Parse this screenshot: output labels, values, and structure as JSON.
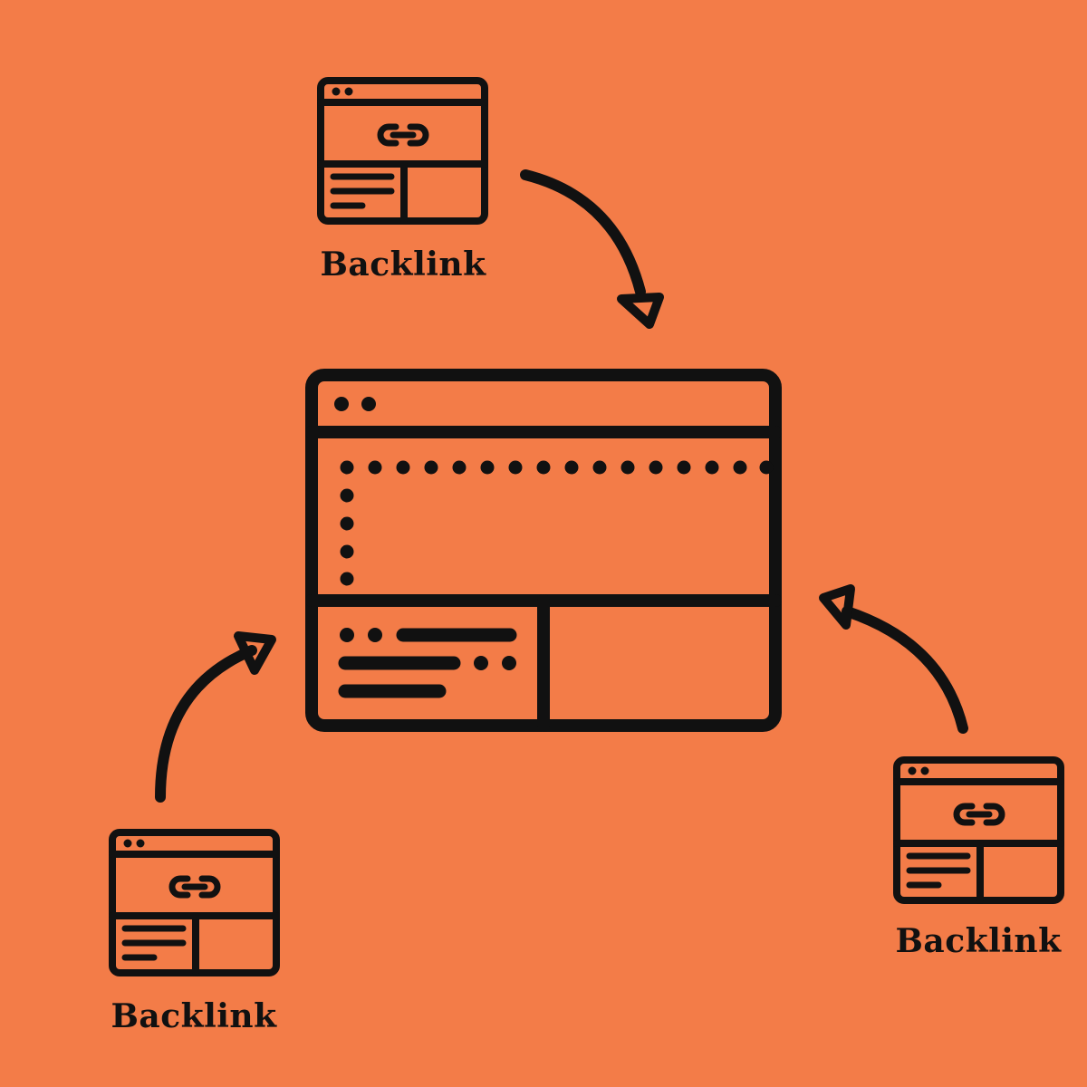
{
  "colors": {
    "background": "#f37c48",
    "ink": "#111111"
  },
  "diagram": {
    "center": {
      "icon": "website-window-icon"
    },
    "nodes": [
      {
        "id": "top",
        "label": "Backlink",
        "icon": "link-icon"
      },
      {
        "id": "left",
        "label": "Backlink",
        "icon": "link-icon"
      },
      {
        "id": "right",
        "label": "Backlink",
        "icon": "link-icon"
      }
    ],
    "edges": [
      {
        "from": "top",
        "to": "center"
      },
      {
        "from": "left",
        "to": "center"
      },
      {
        "from": "right",
        "to": "center"
      }
    ]
  }
}
